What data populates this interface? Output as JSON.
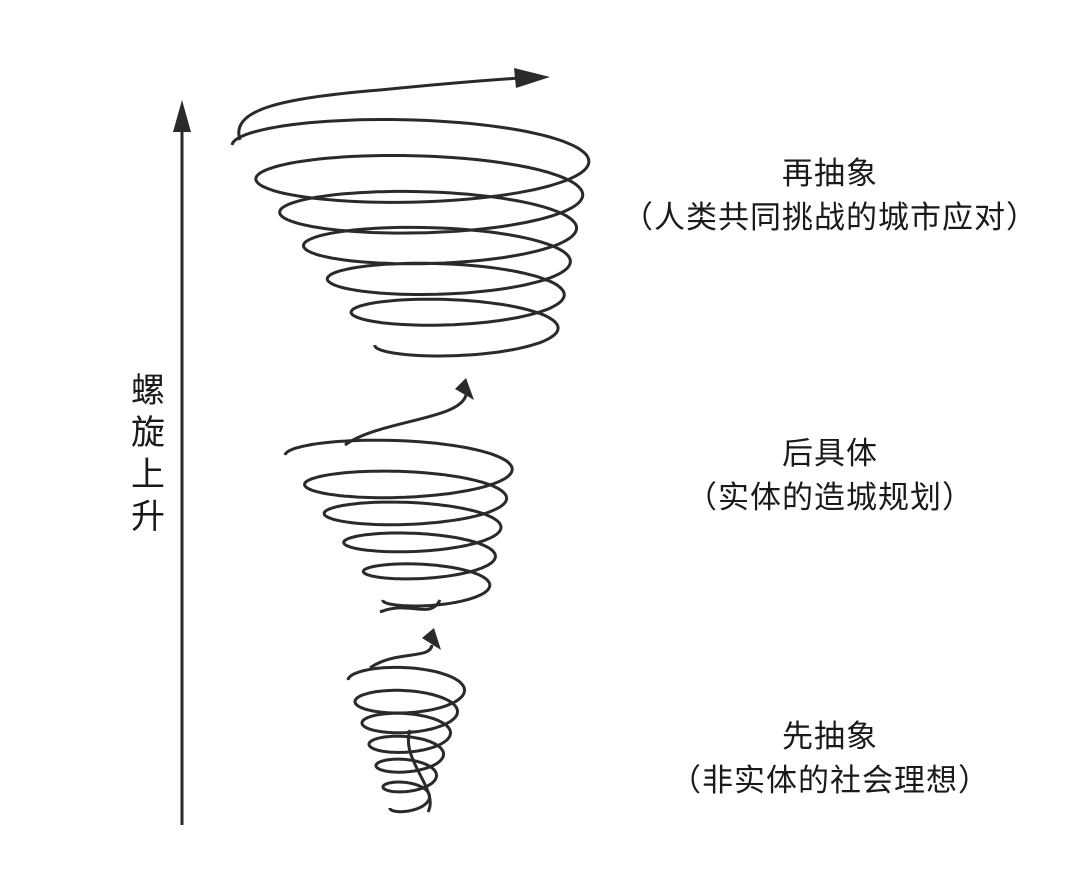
{
  "axis": {
    "label": "螺\n旋\n上\n升"
  },
  "stages": {
    "top": {
      "title": "再抽象",
      "desc": "（人类共同挑战的城市应对）"
    },
    "middle": {
      "title": "后具体",
      "desc": "（实体的造城规划）"
    },
    "bottom": {
      "title": "先抽象",
      "desc": "（非实体的社会理想）"
    }
  },
  "colors": {
    "line": "#2a2a2a"
  }
}
